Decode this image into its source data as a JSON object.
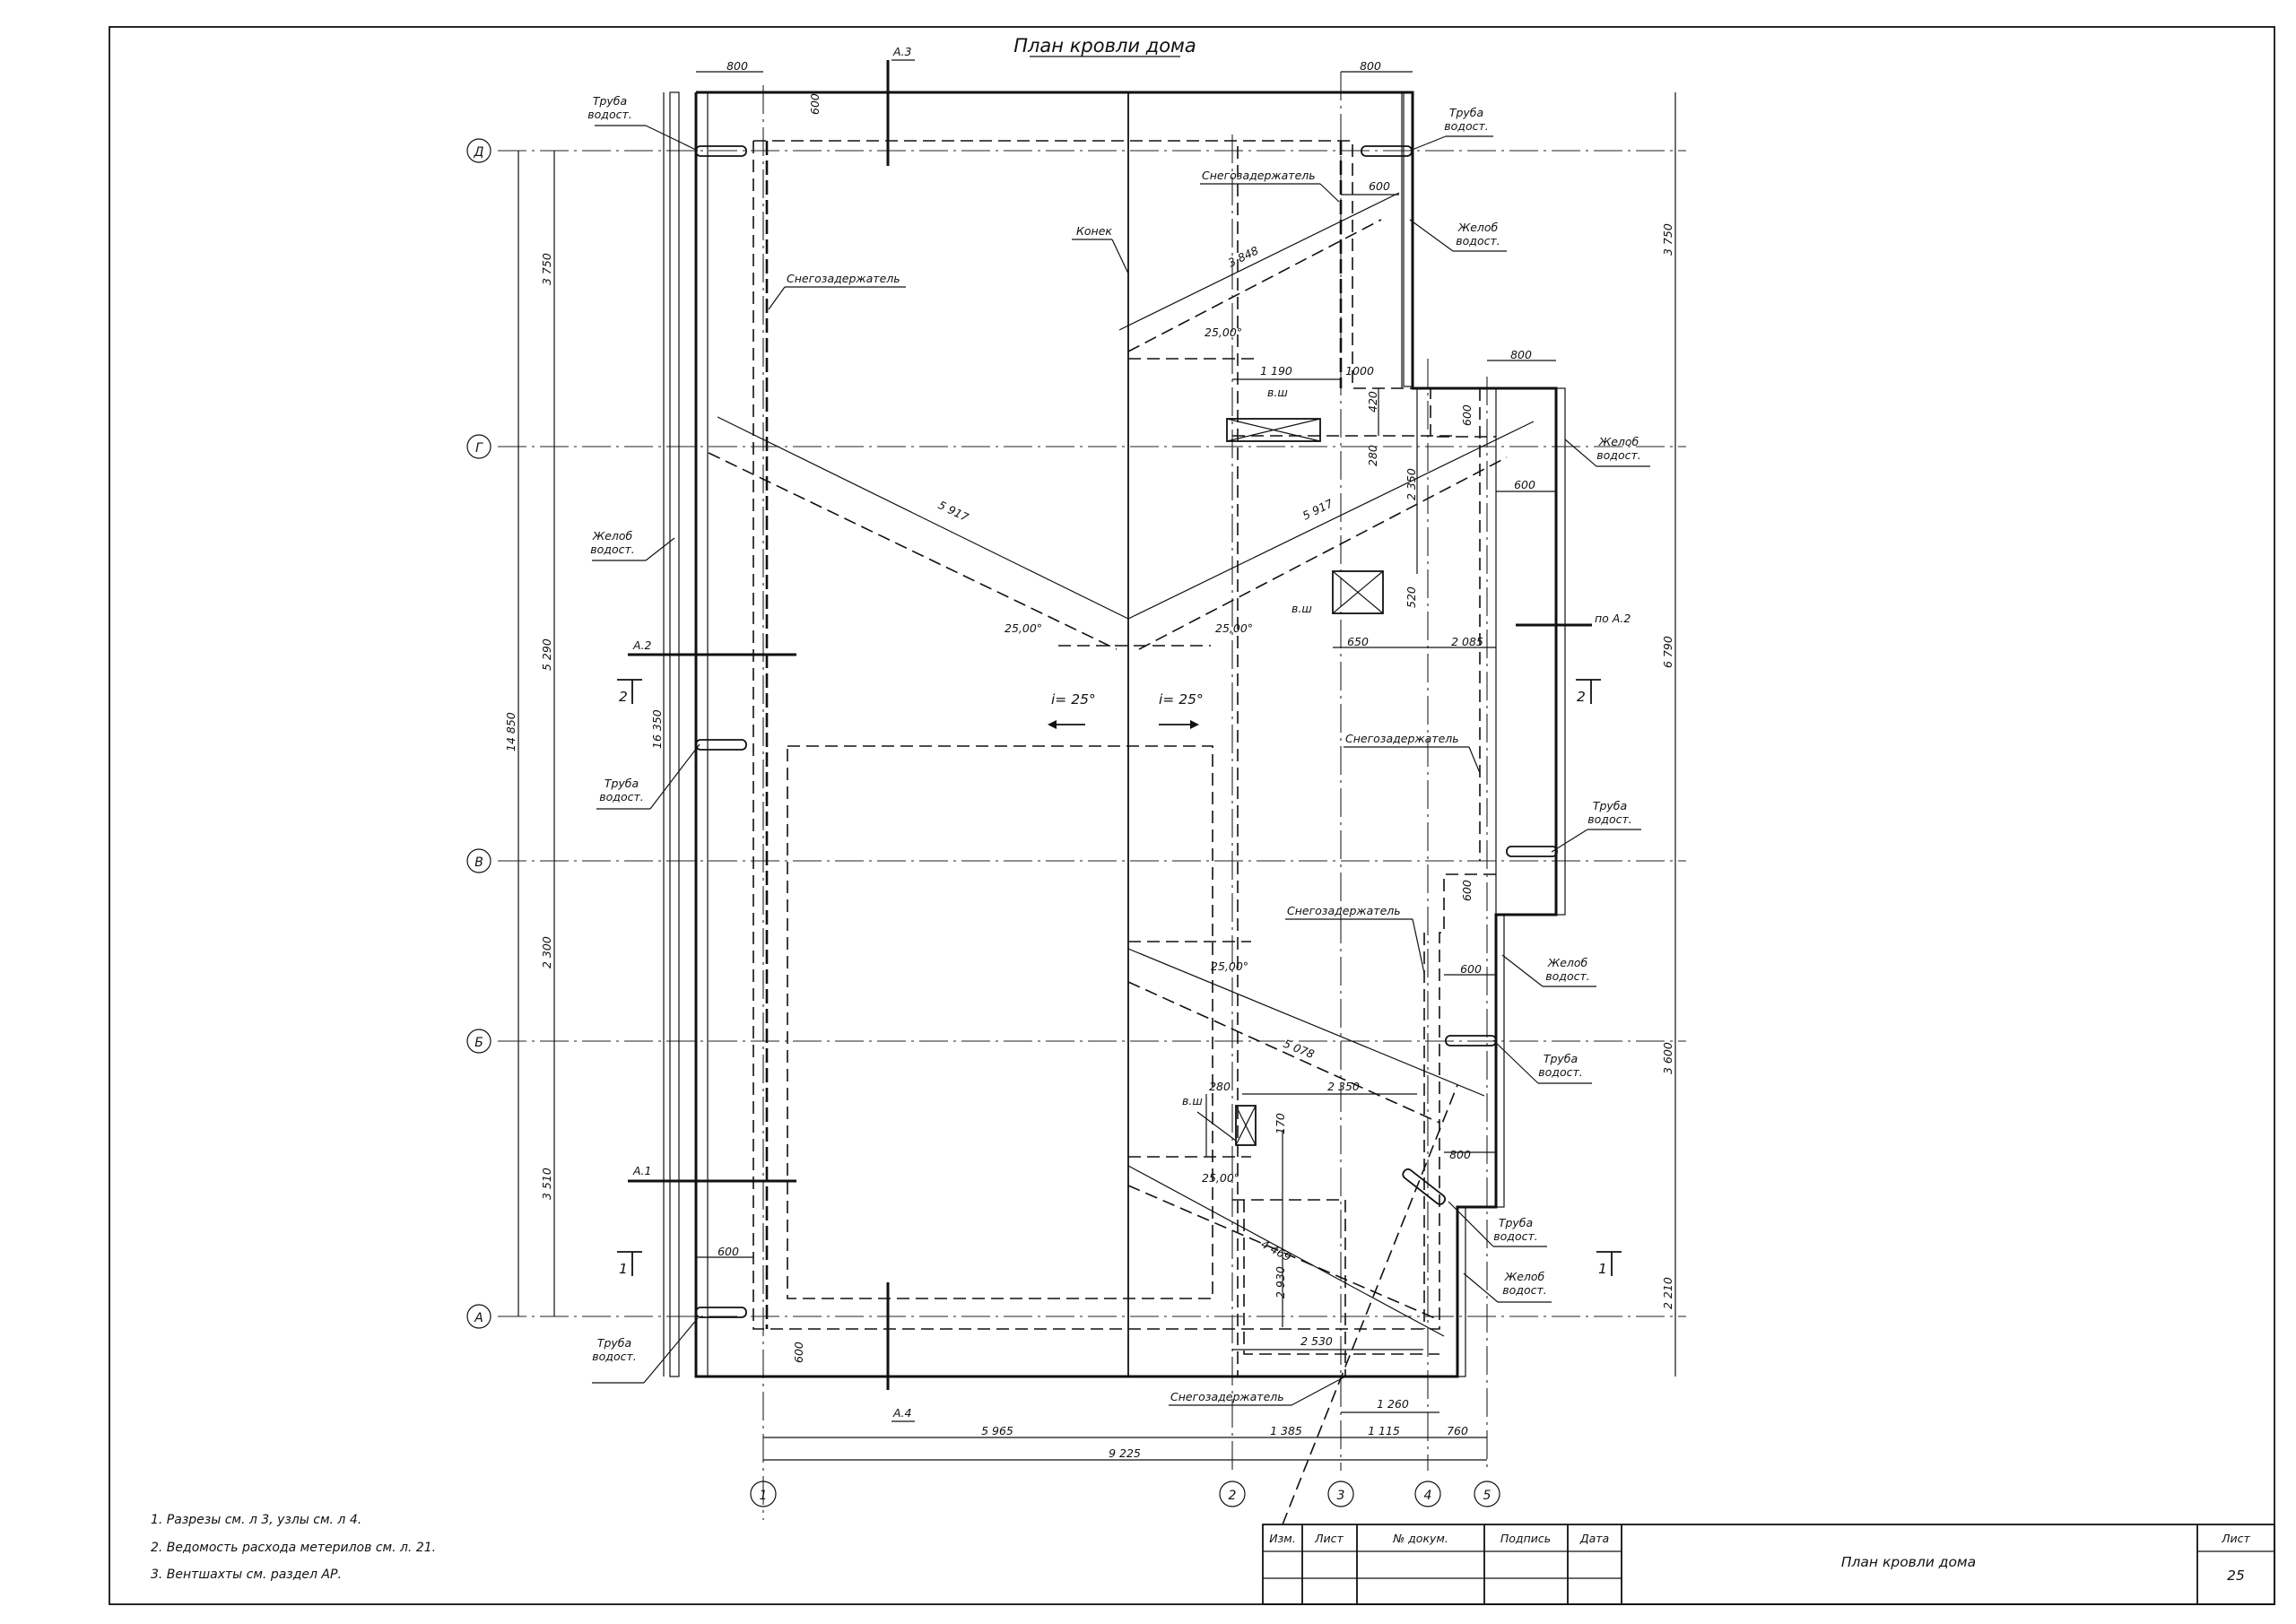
{
  "title": "План кровли дома",
  "axes_letters": [
    "Д",
    "Г",
    "В",
    "Б",
    "А"
  ],
  "axes_numbers": [
    "1",
    "2",
    "3",
    "4",
    "5"
  ],
  "labels": {
    "pipe": "Труба\nводост.",
    "gutter": "Желоб\nводост.",
    "snow": "Снегозадержатель",
    "ridge": "Конек",
    "vent": "в.ш",
    "slope_left": "i= 25°",
    "slope_right": "i= 25°",
    "angle": "25,00°",
    "po_a2": "по А.2",
    "section_a1": "А.1",
    "section_a2": "А.2",
    "section_a3": "А.3",
    "section_a4": "А.4",
    "cut_1": "1",
    "cut_2": "2"
  },
  "dimensions": {
    "d800": "800",
    "d600": "600",
    "d3750": "3 750",
    "d5290": "5 290",
    "d2300": "2 300",
    "d3510": "3 510",
    "d14850": "14 850",
    "d16350": "16 350",
    "d6790": "6 790",
    "d3600": "3 600",
    "d2210": "2 210",
    "d5965": "5 965",
    "d1385": "1 385",
    "d1115": "1 115",
    "d760": "760",
    "d9225": "9 225",
    "d1190": "1 190",
    "d1000": "1000",
    "d420": "420",
    "d280": "280",
    "d2350": "2 350",
    "d520": "520",
    "d650": "650",
    "d2085": "2 085",
    "d5917": "5 917",
    "d3848": "3 848",
    "d5078": "5 078",
    "d4469": "4 469",
    "d170": "170",
    "d2930": "2 930",
    "d2530": "2 530",
    "d1260": "1 260"
  },
  "notes": [
    "1. Разрезы см. л 3, узлы см. л 4.",
    "2. Ведомость расхода метерилов см. л. 21.",
    "3. Вентшахты см. раздел АР."
  ],
  "title_block": {
    "col_izm": "Изм.",
    "col_list": "Лист",
    "col_doc": "№ докум.",
    "col_sign": "Подпись",
    "col_date": "Дата",
    "name": "План кровли дома",
    "sheet_label": "Лист",
    "sheet_no": "25"
  }
}
